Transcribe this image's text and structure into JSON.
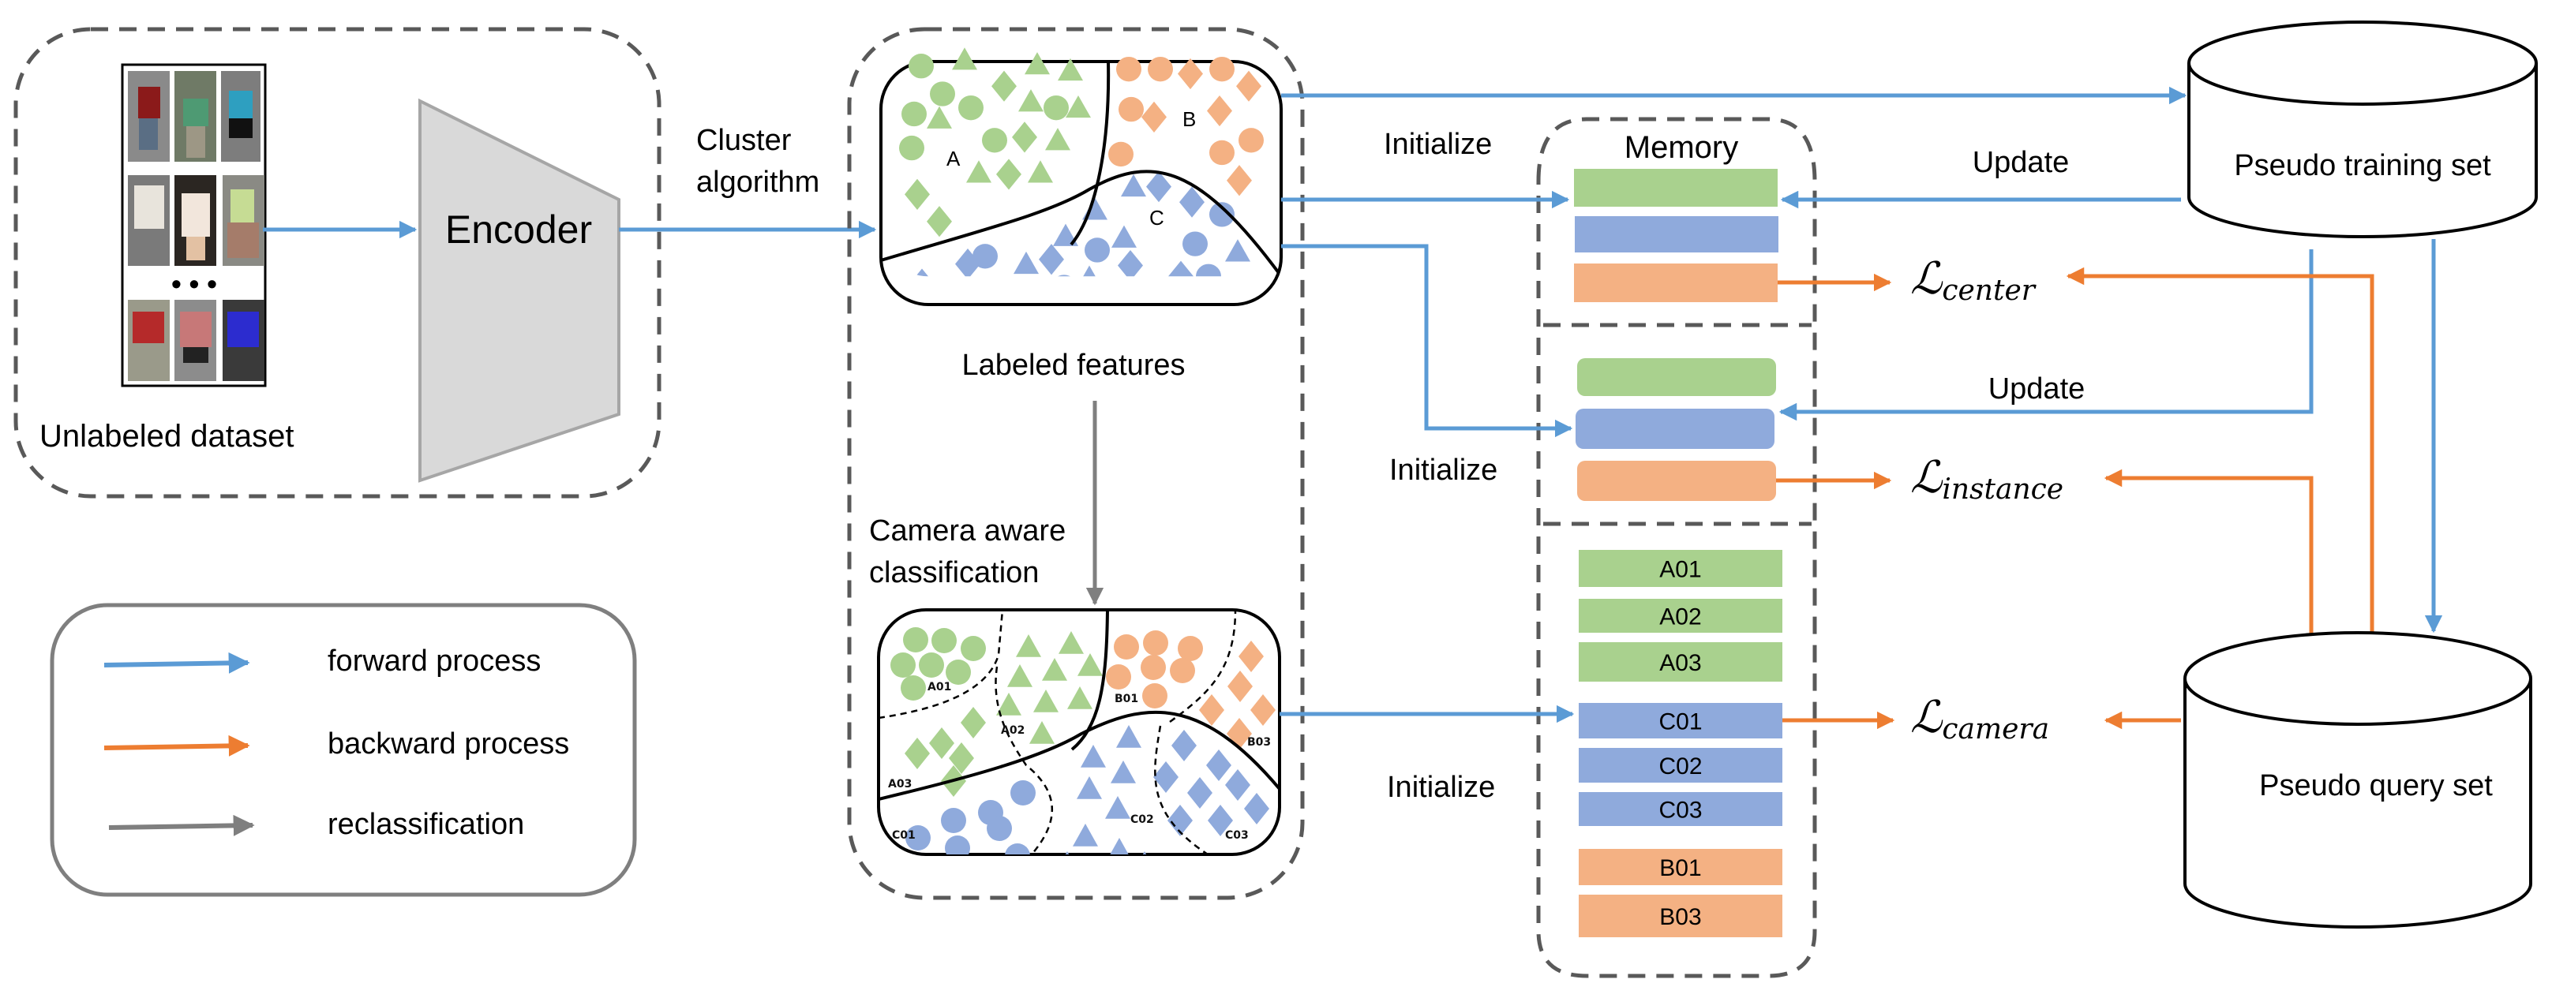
{
  "colors": {
    "forward": "#5B9BD5",
    "backward": "#ED7D31",
    "reclass": "#7F7F7F",
    "clusterA": "#A9D18E",
    "clusterB": "#F4B183",
    "clusterC": "#8FAADC",
    "dashed": "#595959",
    "encoder": "#D9D9D9"
  },
  "input": {
    "caption": "Unlabeled dataset",
    "ellipsis": "• • •"
  },
  "encoder": {
    "label": "Encoder"
  },
  "cluster": {
    "label_line1": "Cluster",
    "label_line2": "algorithm",
    "labels": [
      "A",
      "B",
      "C"
    ],
    "caption": "Labeled features"
  },
  "camera": {
    "label_line1": "Camera aware",
    "label_line2": "classification",
    "sub_labels": [
      "A01",
      "A02",
      "A03",
      "B01",
      "B03",
      "C01",
      "C02",
      "C03"
    ]
  },
  "memory": {
    "title": "Memory",
    "camera_entries": [
      {
        "label": "A01",
        "cluster": "A"
      },
      {
        "label": "A02",
        "cluster": "A"
      },
      {
        "label": "A03",
        "cluster": "A"
      },
      {
        "label": "C01",
        "cluster": "C"
      },
      {
        "label": "C02",
        "cluster": "C"
      },
      {
        "label": "C03",
        "cluster": "C"
      },
      {
        "label": "B01",
        "cluster": "B"
      },
      {
        "label": "B03",
        "cluster": "B"
      }
    ]
  },
  "edges": {
    "initialize": "Initialize",
    "update": "Update"
  },
  "losses": {
    "center": {
      "symbol": "ℒ",
      "sub": "center"
    },
    "instance": {
      "symbol": "ℒ",
      "sub": "instance"
    },
    "camera": {
      "symbol": "ℒ",
      "sub": "camera"
    }
  },
  "datasets": {
    "training": "Pseudo training set",
    "query": "Pseudo query set"
  },
  "legend": {
    "items": [
      {
        "label": "forward process",
        "kind": "forward"
      },
      {
        "label": "backward process",
        "kind": "backward"
      },
      {
        "label": "reclassification",
        "kind": "reclass"
      }
    ]
  }
}
